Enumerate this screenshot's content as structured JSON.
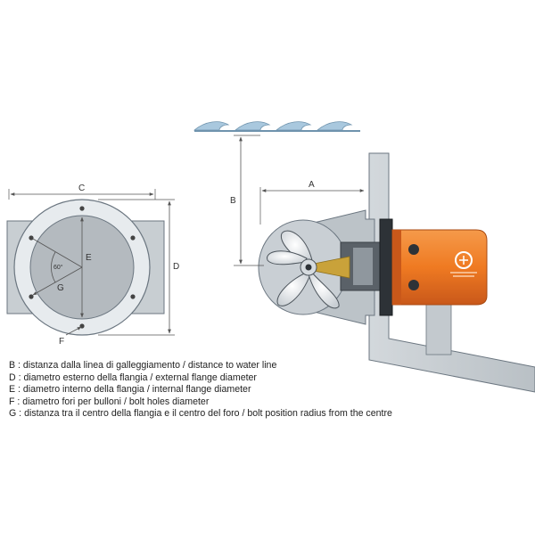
{
  "colors": {
    "hull": "#c8ced2",
    "hull_stroke": "#6b7680",
    "water": "#a9c8de",
    "flange_face": "#e7ebee",
    "tunnel_inner": "#aeb4b9",
    "motor": "#ef7a22",
    "motor_dark": "#c9581a",
    "propeller": "#f2f4f6",
    "brass": "#c9a23a",
    "dim_line": "#555555"
  },
  "labels": {
    "B": "B",
    "A": "A",
    "C": "C",
    "D": "D",
    "E": "E",
    "F": "F",
    "G": "G",
    "angle": "60°"
  },
  "legend": [
    "B : distanza dalla linea di galleggiamento / distance to water line",
    "D : diametro esterno della flangia / external flange diameter",
    "E : diametro interno della flangia / internal flange diameter",
    "F : diametro fori per bulloni / bolt holes diameter",
    "G : distanza tra il centro della flangia e il centro del foro / bolt position radius from the centre"
  ]
}
